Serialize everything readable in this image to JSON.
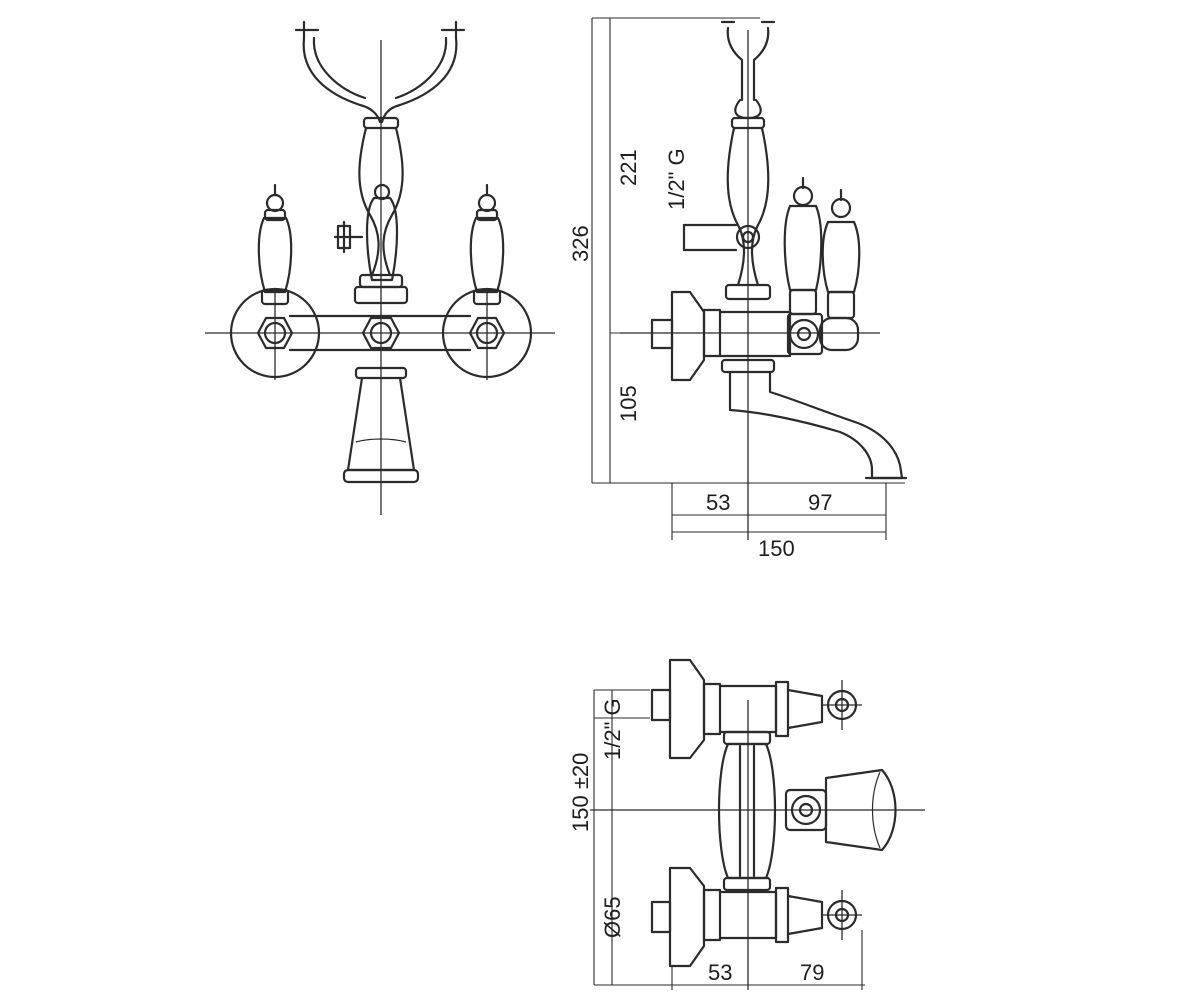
{
  "dimensions": {
    "side": {
      "total_height": "326",
      "upper_height": "221",
      "thread": "1/2\" G",
      "spout_height": "105",
      "wall_to_center": "53",
      "center_to_spout": "97",
      "total_projection": "150"
    },
    "top": {
      "thread": "1/2\" G",
      "centers": "150 ±20",
      "flange_diameter": "Ø65",
      "wall_to_center": "53",
      "center_to_handle": "79"
    }
  },
  "colors": {
    "line": "#2b2b2b",
    "background": "#ffffff"
  }
}
